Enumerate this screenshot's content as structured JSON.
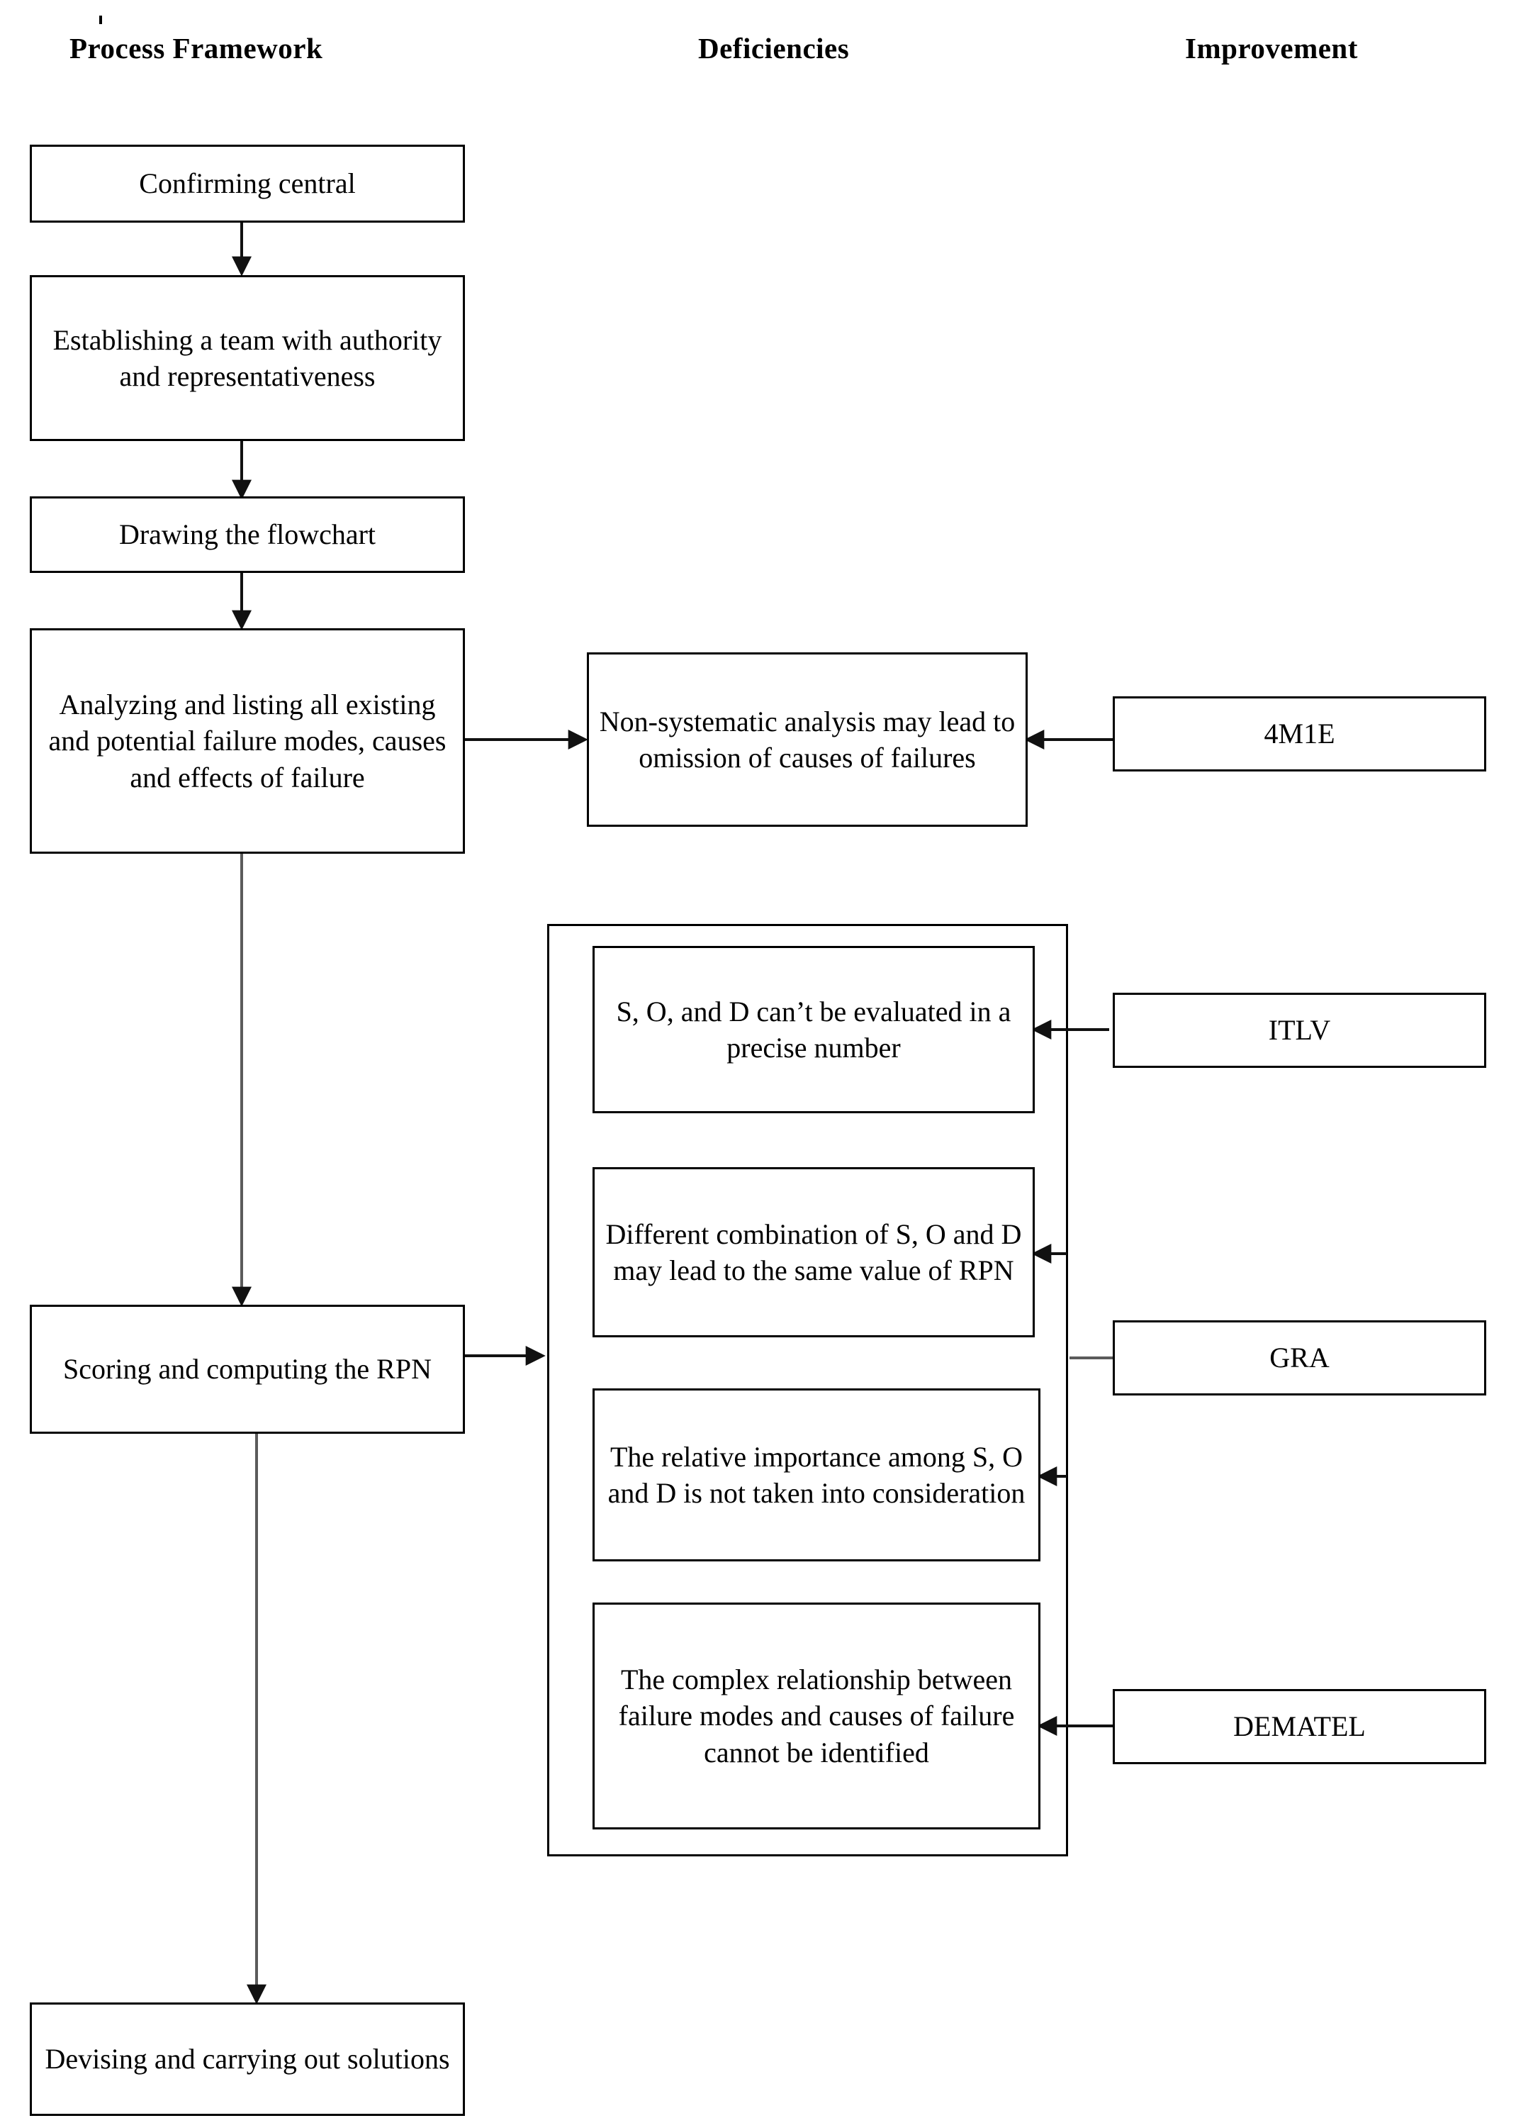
{
  "columns": {
    "process_framework": "Process Framework",
    "deficiencies": "Deficiencies",
    "improvement": "Improvement"
  },
  "process_nodes": [
    {
      "id": "confirming-central",
      "text": "Confirming central"
    },
    {
      "id": "establishing-team",
      "text": "Establishing a team with authority and representativeness"
    },
    {
      "id": "drawing-flowchart",
      "text": "Drawing the flowchart"
    },
    {
      "id": "analyzing-failure-modes",
      "text": "Analyzing and listing all existing and potential failure modes, causes and effects of failure"
    },
    {
      "id": "scoring-rpn",
      "text": "Scoring and computing the RPN"
    },
    {
      "id": "devising-solutions",
      "text": "Devising and carrying out solutions"
    }
  ],
  "deficiency_nodes": [
    {
      "id": "non-systematic-analysis",
      "text": "Non-systematic analysis may lead to omission of causes of failures"
    },
    {
      "id": "sod-not-precise",
      "text": "S, O, and D can’t be evaluated in a precise number"
    },
    {
      "id": "same-rpn-value",
      "text": "Different combination of S, O and D may lead to the same value of RPN"
    },
    {
      "id": "relative-importance",
      "text": "The relative importance among S, O and D is not taken into consideration"
    },
    {
      "id": "complex-relationship",
      "text": "The complex relationship between failure modes and causes of failure cannot be identified"
    }
  ],
  "improvement_nodes": [
    {
      "id": "4m1e",
      "text": "4M1E"
    },
    {
      "id": "itlv",
      "text": "ITLV"
    },
    {
      "id": "gra",
      "text": "GRA"
    },
    {
      "id": "dematel",
      "text": "DEMATEL"
    }
  ],
  "colors": {
    "stroke": "#000000",
    "background": "#ffffff",
    "text": "#000000",
    "soft_stroke": "#5b5b5b"
  }
}
